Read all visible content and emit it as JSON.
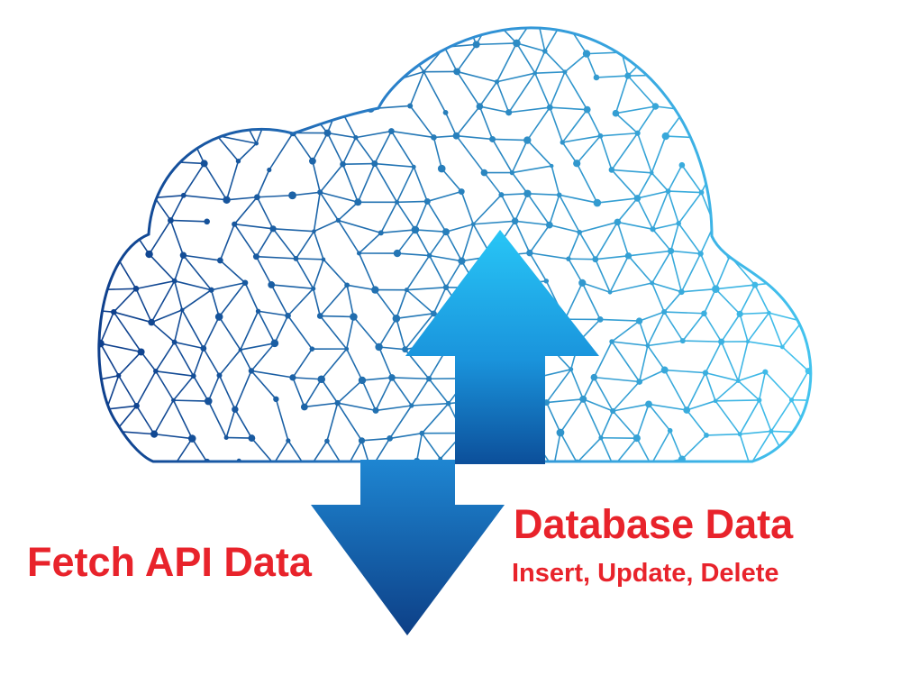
{
  "labels": {
    "fetch": "Fetch API Data",
    "database": "Database Data",
    "operations": "Insert, Update, Delete"
  },
  "colors": {
    "text_red": "#e8232b",
    "arrow_light": "#28c6f6",
    "arrow_dark": "#0c4f9a",
    "network_light": "#43c3ee",
    "network_dark": "#0e3f8c"
  },
  "icons": {
    "cloud": "cloud-network-icon",
    "upload": "arrow-up-icon",
    "download": "arrow-down-icon"
  }
}
